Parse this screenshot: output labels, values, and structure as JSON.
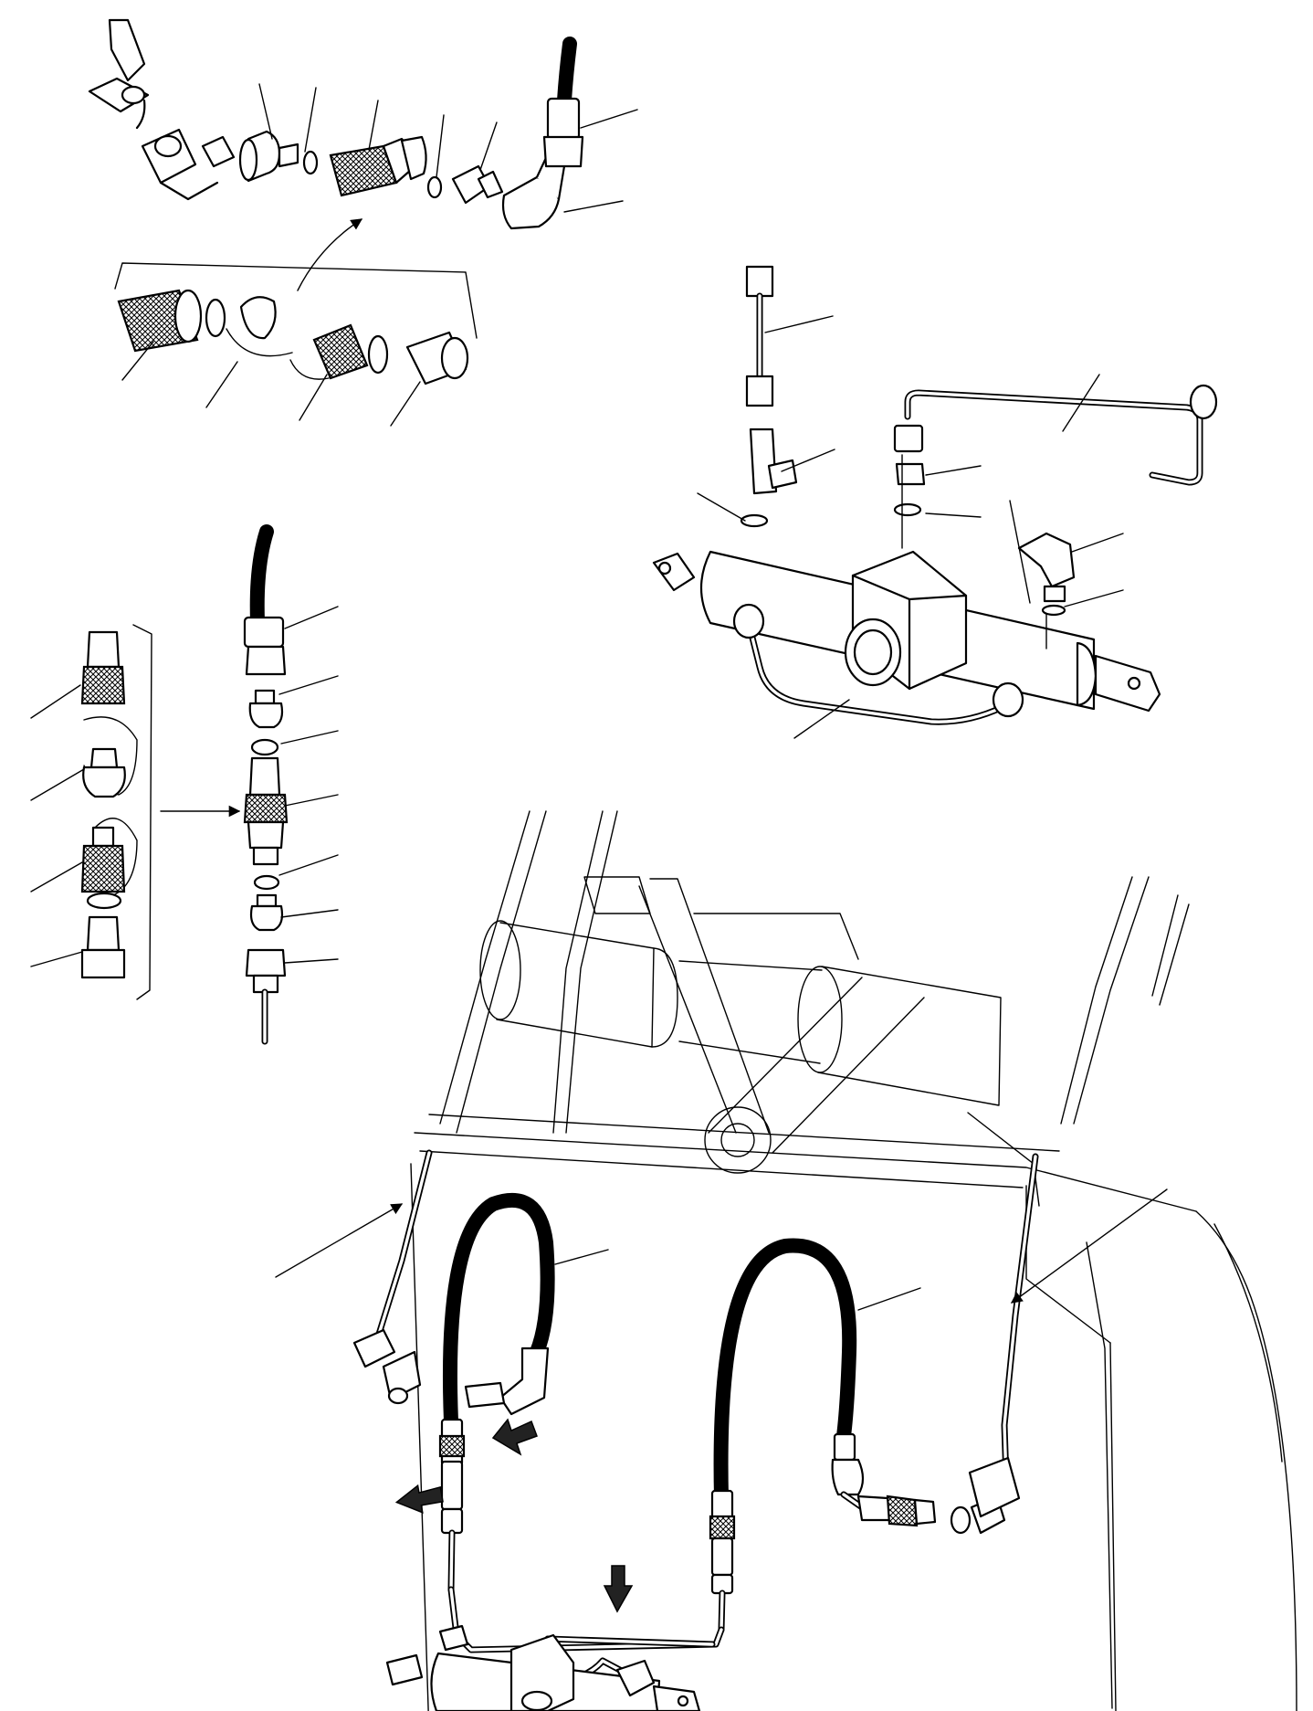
{
  "diagram": {
    "kind": "exploded hydraulic assembly drawing",
    "line_color": "#000000",
    "background_color": "#ffffff",
    "groups": [
      "quick-coupler-exploded-top",
      "coupler-detail-set-top",
      "valve-block-detail",
      "coupler-vertical-stack",
      "coupler-detail-set-left",
      "loader-frame-installation"
    ],
    "icons": [
      "callout-arrow-icon",
      "solid-arrow-icon"
    ]
  }
}
